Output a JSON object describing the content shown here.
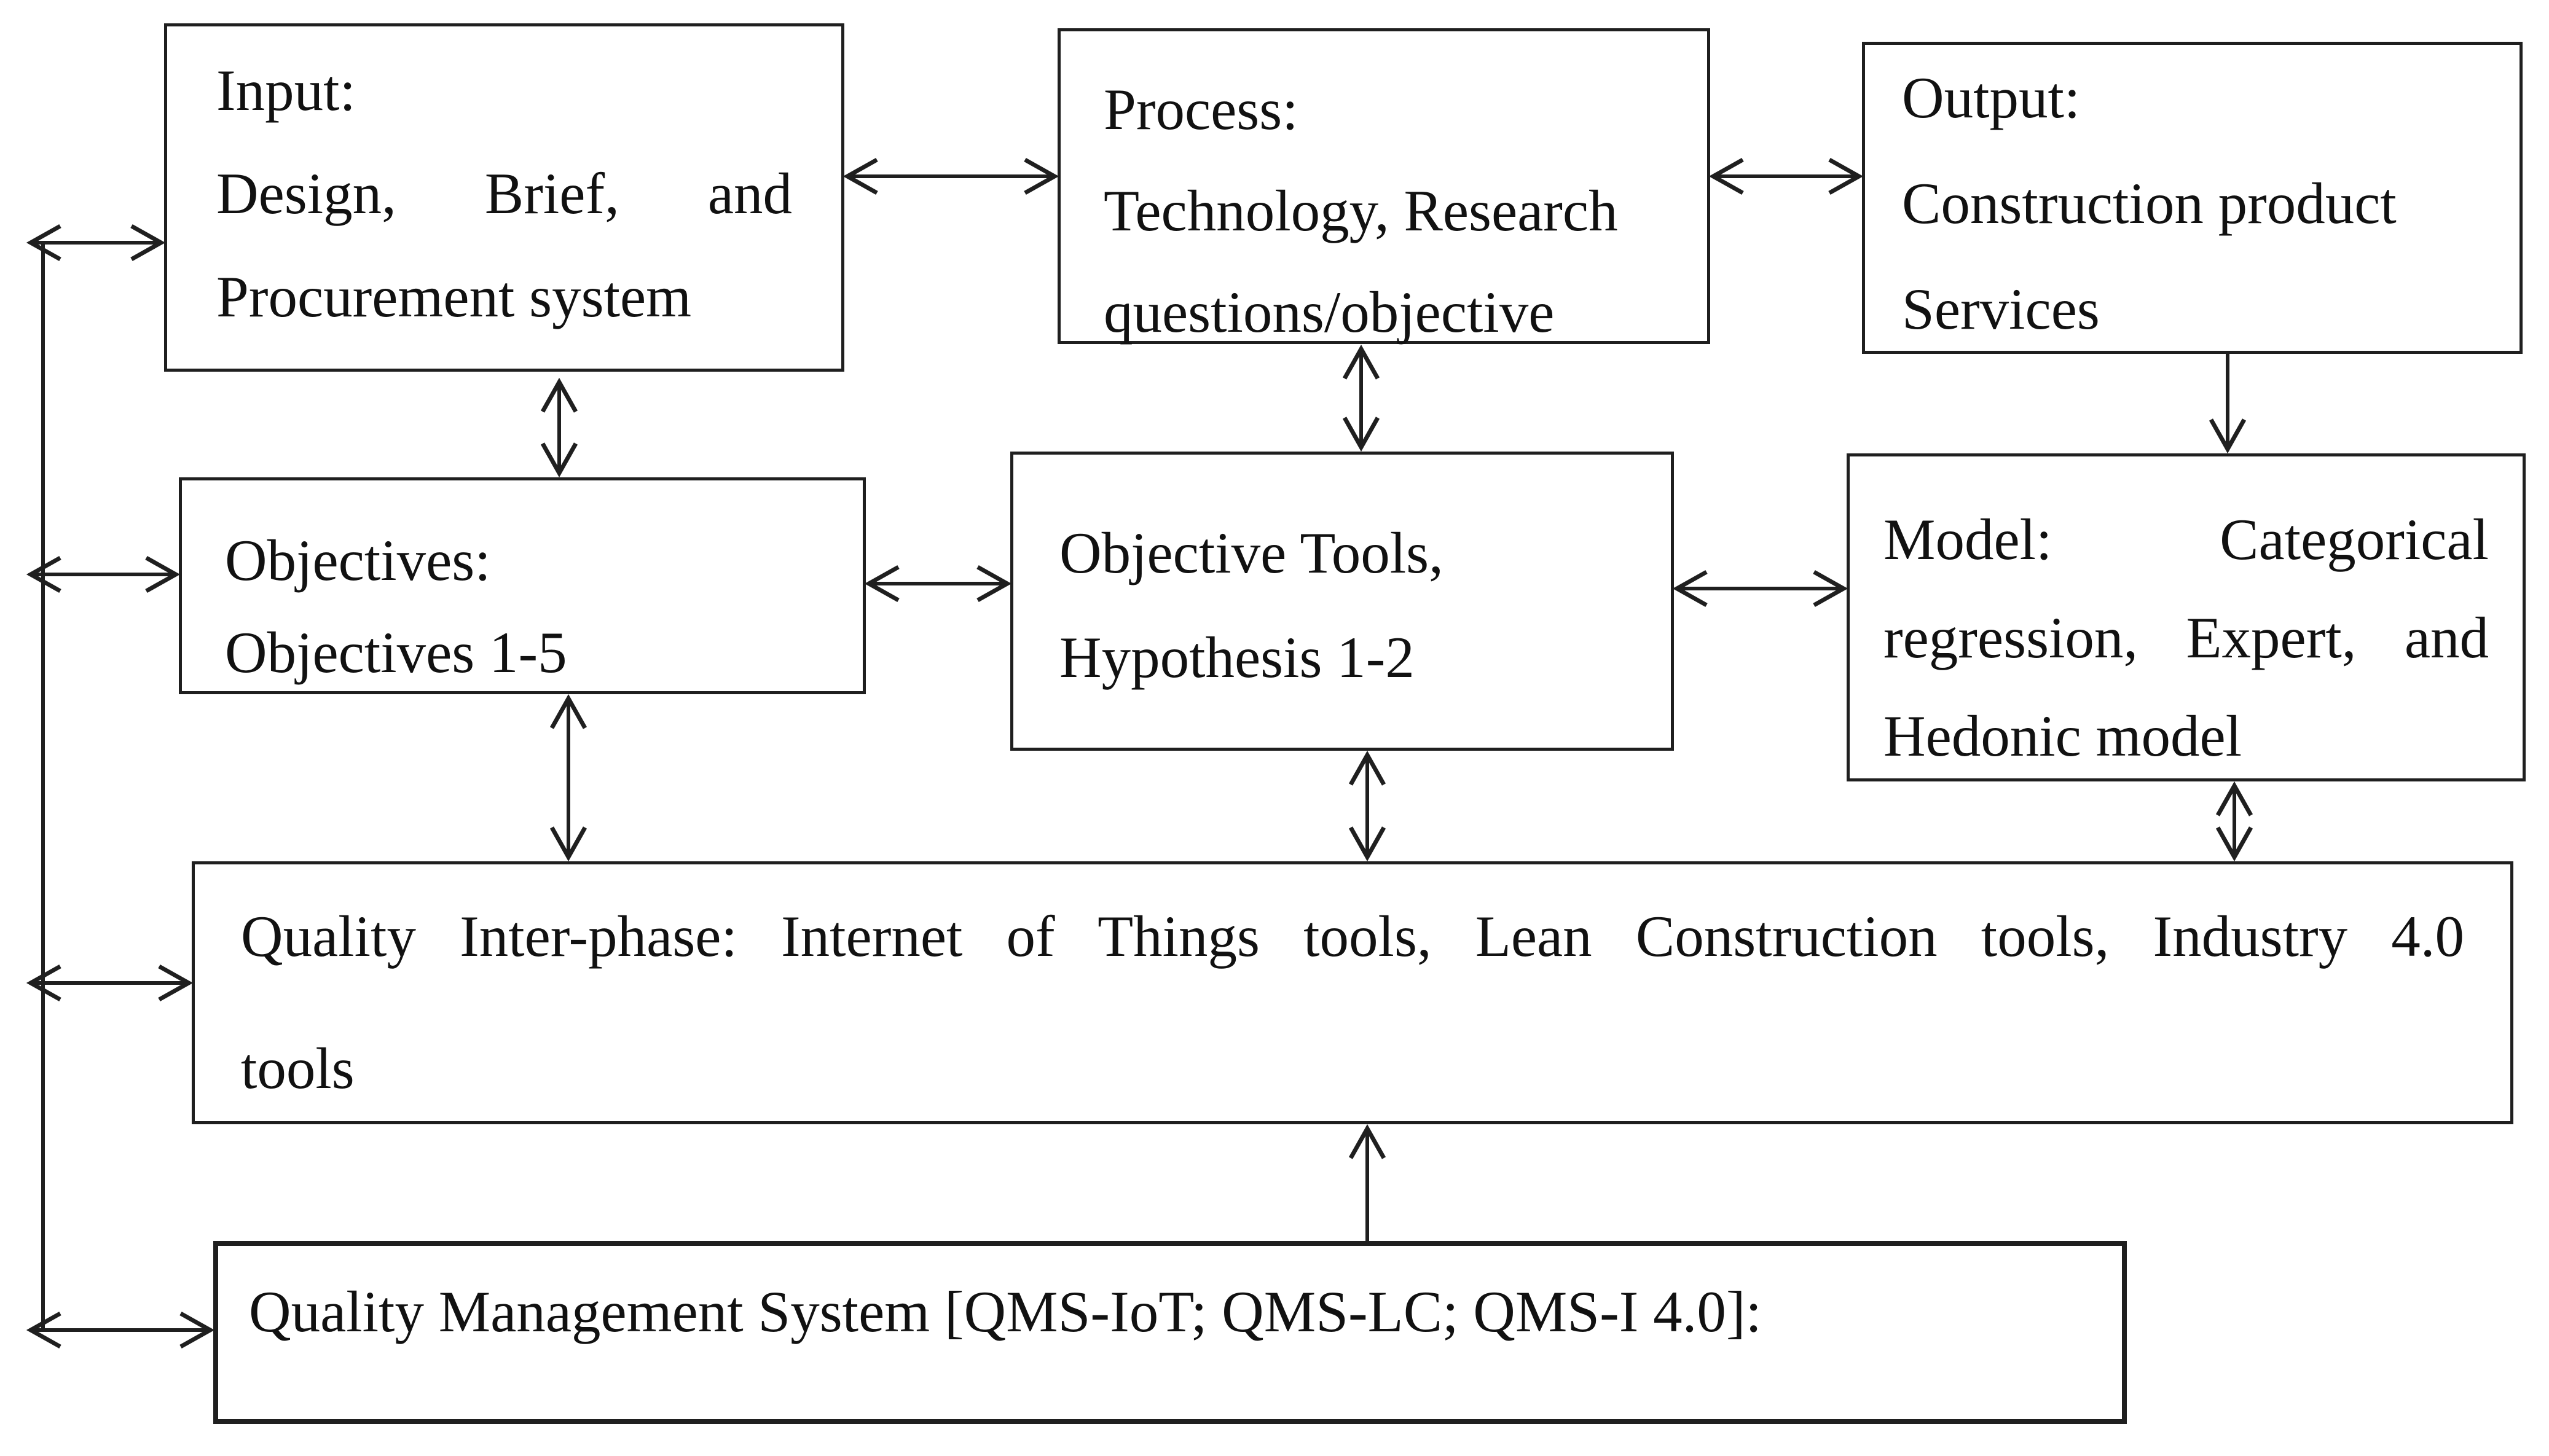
{
  "diagram": {
    "title": "Quality management research framework flow diagram",
    "colors": {
      "ink": "#1f1f1f",
      "background": "#ffffff"
    },
    "boxes": {
      "input": {
        "full_text": "Input: Design, Brief, and Procurement system",
        "lines": [
          "Input:",
          "Design, Brief, and",
          "Procurement system"
        ]
      },
      "process": {
        "full_text": "Process: Technology, Research questions/objective",
        "lines": [
          "Process:",
          "Technology, Research",
          "questions/objective"
        ]
      },
      "output": {
        "full_text": "Output: Construction product Services",
        "lines": [
          "Output:",
          "Construction product",
          "Services"
        ]
      },
      "objectives": {
        "full_text": "Objectives: Objectives 1-5",
        "lines": [
          "Objectives:",
          "Objectives 1-5"
        ]
      },
      "objective_tools": {
        "full_text": "Objective Tools, Hypothesis 1-2",
        "lines": [
          "Objective Tools,",
          "Hypothesis 1-2"
        ]
      },
      "model": {
        "full_text": "Model: Categorical regression, Expert, and Hedonic model",
        "lines": [
          "Model: Categorical",
          "regression, Expert, and",
          "Hedonic model"
        ]
      },
      "quality_interphase": {
        "full_text": "Quality Inter-phase: Internet of Things tools, Lean Construction tools, Industry 4.0 tools",
        "lines": [
          "Quality Inter-phase: Internet of Things tools, Lean Construction tools, Industry 4.0",
          "tools"
        ]
      },
      "qms": {
        "full_text": "Quality Management System [QMS-IoT; QMS-LC; QMS-I 4.0]:",
        "lines": [
          "Quality Management System [QMS-IoT; QMS-LC; QMS-I 4.0]:"
        ]
      }
    },
    "connections": [
      {
        "from": "input",
        "to": "process",
        "type": "double-arrow"
      },
      {
        "from": "process",
        "to": "output",
        "type": "double-arrow"
      },
      {
        "from": "input",
        "to": "objectives",
        "type": "double-arrow"
      },
      {
        "from": "process",
        "to": "objective_tools",
        "type": "double-arrow"
      },
      {
        "from": "output",
        "to": "model",
        "type": "double-arrow"
      },
      {
        "from": "objectives",
        "to": "objective_tools",
        "type": "double-arrow"
      },
      {
        "from": "objective_tools",
        "to": "model",
        "type": "double-arrow"
      },
      {
        "from": "objectives",
        "to": "quality_interphase",
        "type": "double-arrow"
      },
      {
        "from": "objective_tools",
        "to": "quality_interphase",
        "type": "double-arrow"
      },
      {
        "from": "model",
        "to": "quality_interphase",
        "type": "double-arrow"
      },
      {
        "from": "quality_interphase",
        "to": "qms",
        "type": "double-arrow"
      },
      {
        "from": "left-bus",
        "to": "input",
        "type": "double-arrow"
      },
      {
        "from": "left-bus",
        "to": "objectives",
        "type": "double-arrow"
      },
      {
        "from": "left-bus",
        "to": "quality_interphase",
        "type": "double-arrow"
      },
      {
        "from": "left-bus",
        "to": "qms",
        "type": "double-arrow"
      }
    ]
  }
}
